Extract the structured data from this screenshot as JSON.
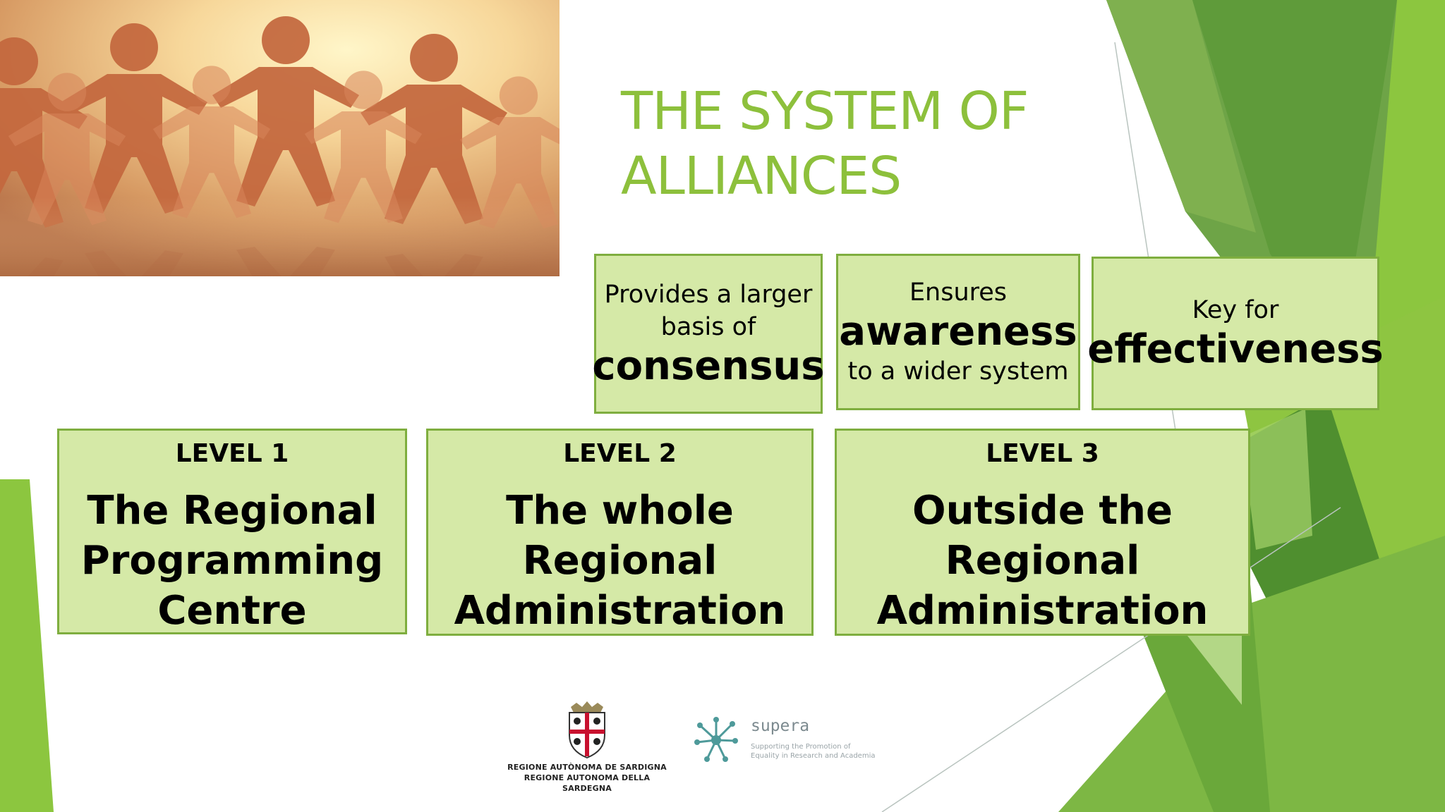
{
  "title": {
    "line1": "THE SYSTEM OF",
    "line2": "ALLIANCES"
  },
  "benefits": [
    {
      "line1": "Provides a larger",
      "line2": "basis of",
      "emphasis": "consensus"
    },
    {
      "line1": "Ensures",
      "emphasis": "awareness",
      "line2": "to a wider system"
    },
    {
      "line1": "Key  for",
      "emphasis": "effectiveness"
    }
  ],
  "levels": [
    {
      "label": "LEVEL 1",
      "name_lines": [
        "The Regional",
        "Programming",
        "Centre"
      ]
    },
    {
      "label": "LEVEL 2",
      "name_lines": [
        "The whole",
        "Regional",
        "Administration"
      ]
    },
    {
      "label": "LEVEL 3",
      "name_lines": [
        "Outside the",
        "Regional",
        "Administration"
      ]
    }
  ],
  "logos": {
    "region": {
      "line1": "REGIONE AUTÒNOMA DE SARDIGNA",
      "line2": "REGIONE AUTONOMA DELLA SARDEGNA"
    },
    "supera": {
      "name": "supera",
      "tagline": "Supporting the Promotion of Equality in Research and Academia"
    }
  },
  "colors": {
    "title_green": "#8dc03c",
    "box_fill": "#d5e9a7",
    "box_border": "#7fae3f",
    "facet_dark": "#5f9b3a",
    "facet_bright": "#8cc63f"
  }
}
